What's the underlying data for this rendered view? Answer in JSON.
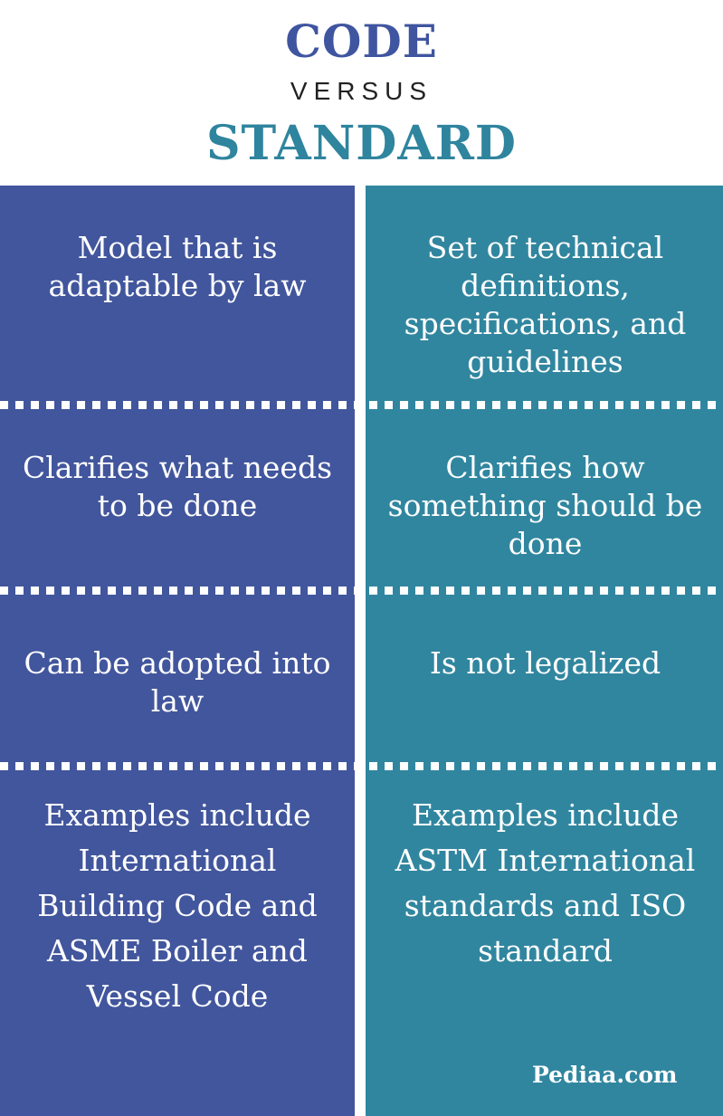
{
  "header": {
    "title_left": "CODE",
    "versus": "VERSUS",
    "title_right": "STANDARD"
  },
  "rows": [
    {
      "code": "Model that is adaptable by law",
      "standard": "Set of technical definitions, specifications, and guidelines"
    },
    {
      "code": "Clarifies what needs to be done",
      "standard": "Clarifies how something should be done"
    },
    {
      "code": "Can be adopted into law",
      "standard": "Is not legalized"
    },
    {
      "code": "Examples include International Building Code and ASME Boiler and Vessel Code",
      "standard": "Examples include ASTM International standards and ISO standard"
    }
  ],
  "brand": "Pediaa.com",
  "colors": {
    "code_blue": "#42569d",
    "standard_teal": "#31869f",
    "title_code": "#3f55a0",
    "title_standard": "#2f849e"
  }
}
